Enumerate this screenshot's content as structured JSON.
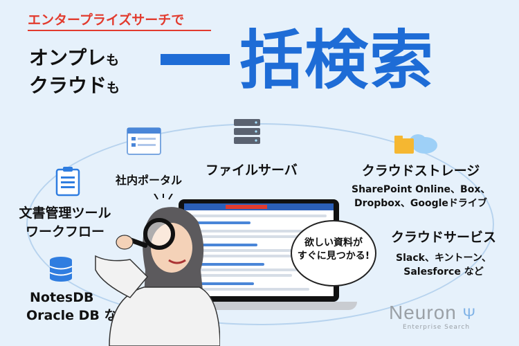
{
  "headline": {
    "subtitle": "エンタープライズサーチで",
    "line1_main": "オンプレ",
    "line1_suffix": "も",
    "line2_main": "クラウド",
    "line2_suffix": "も",
    "big": "括検索"
  },
  "sources": {
    "portal": "社内ポータル",
    "file_server": "ファイルサーバ",
    "cloud_storage": {
      "title": "クラウドストレージ",
      "detail1": "SharePoint Online、Box、",
      "detail2": "Dropbox、Googleドライブ"
    },
    "doc_tool": {
      "line1": "文書管理ツール",
      "line2": "ワークフロー"
    },
    "cloud_service": {
      "title": "クラウドサービス",
      "detail1": "Slack、キントーン、",
      "detail2": "Salesforce など"
    },
    "database": {
      "line1": "NotesDB",
      "line2": "Oracle DB など"
    }
  },
  "bubble": {
    "line1": "欲しい資料が",
    "line2": "すぐに見つかる!"
  },
  "logo": {
    "name": "Neuron",
    "tagline": "Enterprise Search"
  },
  "colors": {
    "background": "#e6f1fb",
    "accent_blue": "#1e6cd6",
    "accent_red": "#e23b2e"
  }
}
